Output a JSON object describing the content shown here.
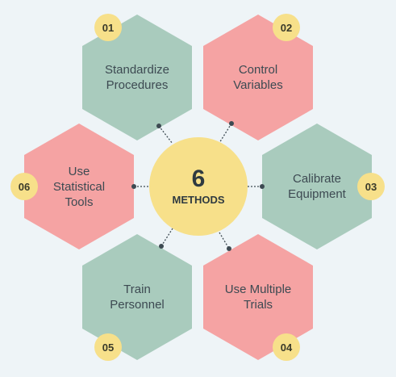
{
  "center": {
    "number": "6",
    "label": "METHODS"
  },
  "methods": [
    {
      "number": "01",
      "label": "Standardize\nProcedures",
      "color": "#a9cbbd"
    },
    {
      "number": "02",
      "label": "Control\nVariables",
      "color": "#f5a3a3"
    },
    {
      "number": "03",
      "label": "Calibrate\nEquipment",
      "color": "#a9cbbd"
    },
    {
      "number": "04",
      "label": "Use Multiple\nTrials",
      "color": "#f5a3a3"
    },
    {
      "number": "05",
      "label": "Train\nPersonnel",
      "color": "#a9cbbd"
    },
    {
      "number": "06",
      "label": "Use\nStatistical\nTools",
      "color": "#f5a3a3"
    }
  ],
  "colors": {
    "background": "#eef4f7",
    "accent": "#f7e08a",
    "green": "#a9cbbd",
    "pink": "#f5a3a3",
    "connector": "#3d4a52"
  }
}
